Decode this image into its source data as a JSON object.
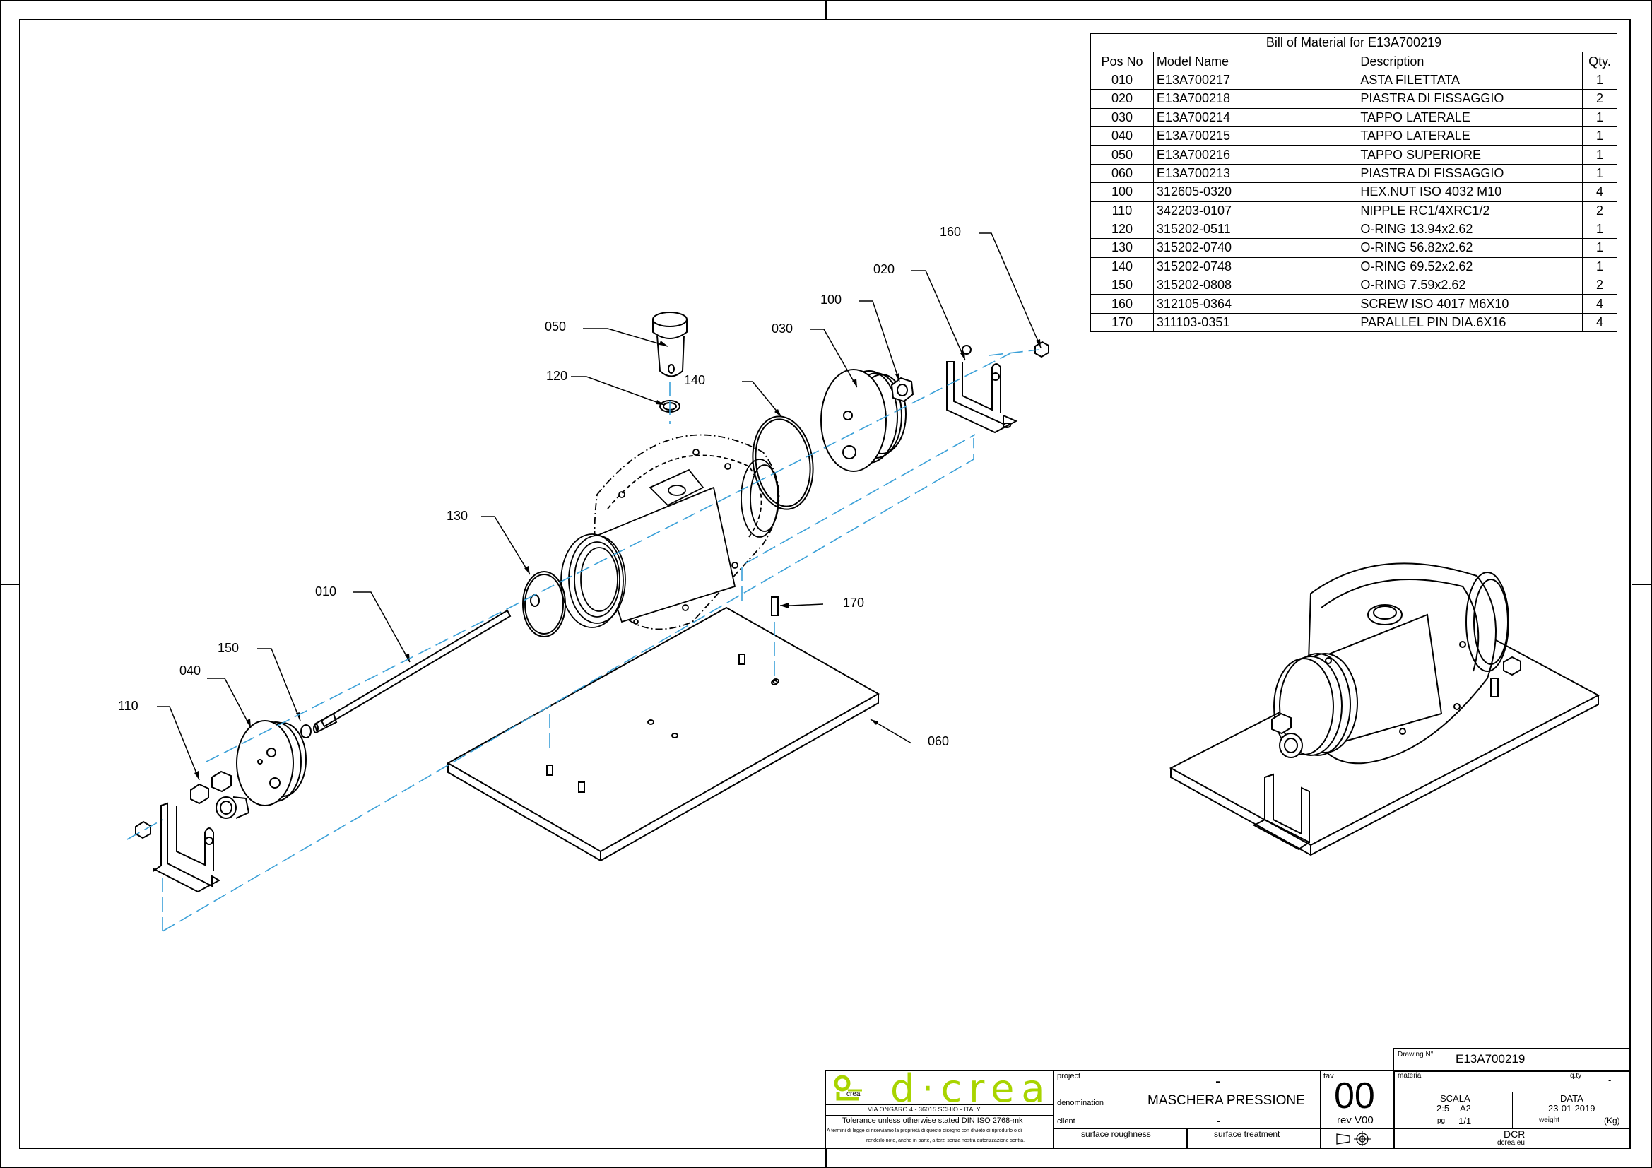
{
  "bom": {
    "title": "Bill of Material for E13A700219",
    "headers": {
      "pos": "Pos No",
      "model": "Model Name",
      "desc": "Description",
      "qty": "Qty."
    },
    "rows": [
      {
        "pos": "010",
        "model": "E13A700217",
        "desc": "ASTA FILETTATA",
        "qty": "1"
      },
      {
        "pos": "020",
        "model": "E13A700218",
        "desc": "PIASTRA DI FISSAGGIO",
        "qty": "2"
      },
      {
        "pos": "030",
        "model": "E13A700214",
        "desc": "TAPPO LATERALE",
        "qty": "1"
      },
      {
        "pos": "040",
        "model": "E13A700215",
        "desc": "TAPPO LATERALE",
        "qty": "1"
      },
      {
        "pos": "050",
        "model": "E13A700216",
        "desc": "TAPPO SUPERIORE",
        "qty": "1"
      },
      {
        "pos": "060",
        "model": "E13A700213",
        "desc": "PIASTRA DI FISSAGGIO",
        "qty": "1"
      },
      {
        "pos": "100",
        "model": "312605-0320",
        "desc": "HEX.NUT ISO 4032 M10",
        "qty": "4"
      },
      {
        "pos": "110",
        "model": "342203-0107",
        "desc": "NIPPLE RC1/4XRC1/2",
        "qty": "2"
      },
      {
        "pos": "120",
        "model": "315202-0511",
        "desc": "O-RING 13.94x2.62",
        "qty": "1"
      },
      {
        "pos": "130",
        "model": "315202-0740",
        "desc": "O-RING 56.82x2.62",
        "qty": "1"
      },
      {
        "pos": "140",
        "model": "315202-0748",
        "desc": "O-RING 69.52x2.62",
        "qty": "1"
      },
      {
        "pos": "150",
        "model": "315202-0808",
        "desc": "O-RING 7.59x2.62",
        "qty": "2"
      },
      {
        "pos": "160",
        "model": "312105-0364",
        "desc": "SCREW ISO 4017 M6X10",
        "qty": "4"
      },
      {
        "pos": "170",
        "model": "311103-0351",
        "desc": "PARALLEL PIN DIA.6X16",
        "qty": "4"
      }
    ]
  },
  "callouts": {
    "c010": "010",
    "c020": "020",
    "c030": "030",
    "c040": "040",
    "c050": "050",
    "c060": "060",
    "c100": "100",
    "c110": "110",
    "c120": "120",
    "c130": "130",
    "c140": "140",
    "c150": "150",
    "c160": "160",
    "c170": "170"
  },
  "title_block": {
    "logo_text": "d·crea",
    "logo_small": "crea",
    "address": "VIA ONGARO 4 - 36015 SCHIO - ITALY",
    "tolerance": "Tolerance unless otherwise stated DIN ISO 2768-mk",
    "legal_line1": "A termini di legge ci riserviamo la proprietà di questo disegno con divieto di riprodurlo o di",
    "legal_line2": "renderlo noto, anche in parte, a terzi senza nostra autorizzazione scritta.",
    "project_label": "project",
    "project_value": "-",
    "denomination_label": "denomination",
    "denomination_value": "MASCHERA PRESSIONE",
    "client_label": "client",
    "client_value": "-",
    "surface_roughness": "surface roughness",
    "surface_treatment": "surface treatment",
    "tav_label": "tav",
    "tav_value": "00",
    "rev": "rev V00",
    "drawing_no_label": "Drawing N°",
    "drawing_no": "E13A700219",
    "material_label": "material",
    "qty_label": "q.ty",
    "qty_value": "-",
    "scala_label": "SCALA",
    "scala_value": "2:5",
    "format": "A2",
    "data_label": "DATA",
    "data_value": "23-01-2019",
    "pg_label": "pg",
    "pg_value": "1/1",
    "weight_label": "weight",
    "weight_unit": "(Kg)",
    "company": "DCR",
    "website": "dcrea.eu"
  },
  "colors": {
    "line": "#000000",
    "axis": "#3aa0d8",
    "logo_green": "#a8d400"
  }
}
